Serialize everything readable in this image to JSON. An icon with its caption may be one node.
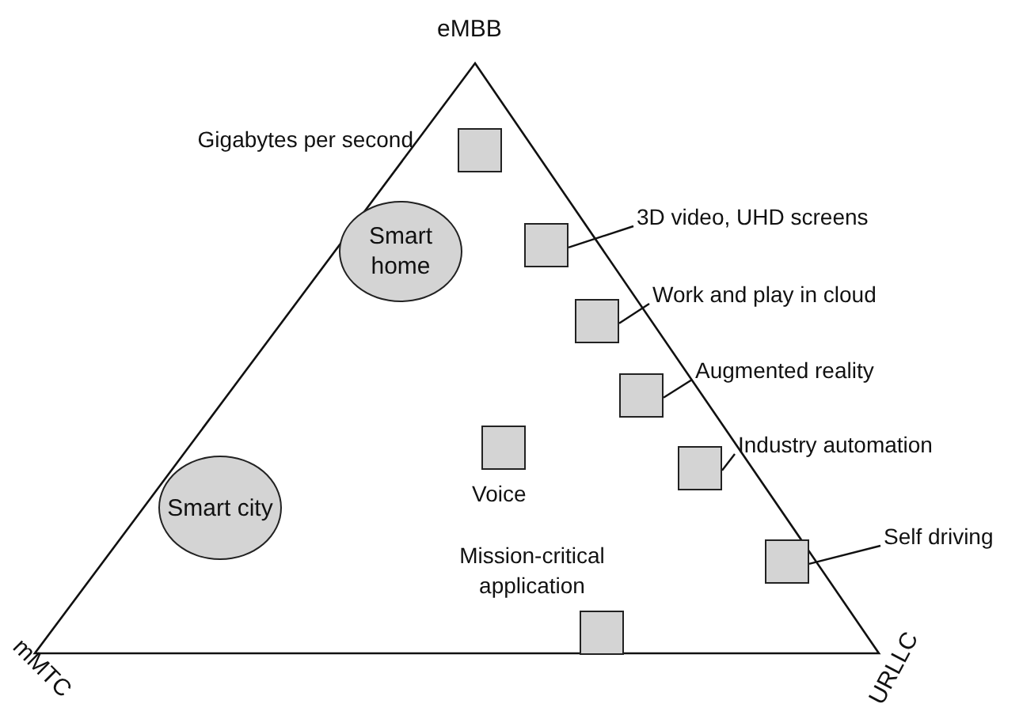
{
  "diagram": {
    "nodes": [
      {
        "text": [],
        "shape": "box",
        "beside": [
          "Gigabytes per second"
        ]
      },
      {
        "text": [
          "3D video, UHD screens"
        ]
      },
      {
        "text": [],
        "shape": "box"
      },
      {
        "text": [
          "Work and play in cloud"
        ]
      },
      {
        "text": [],
        "shape": "box"
      },
      {
        "text": [
          "Smart home"
        ]
      },
      {
        "text": [
          "Augmented reality"
        ]
      },
      {
        "text": [],
        "shape": "box"
      },
      {
        "text": [
          "Industry automation"
        ]
      },
      {
        "text": [],
        "shape": "box"
      },
      {
        "text": [],
        "shape": "box",
        "beside": [
          "Voice"
        ]
      },
      {
        "text": [
          "Smart city"
        ]
      },
      {
        "text": [
          "Self driving"
        ]
      },
      {
        "text": [],
        "shape": "box"
      },
      {
        "text": [],
        "shape": "box",
        "beside": [
          "Mission-critical application"
        ]
      }
    ],
    "edges": [
      {
        "from": 1,
        "to": 2,
        "arrow": "none"
      },
      {
        "from": 3,
        "to": 4,
        "arrow": "none"
      },
      {
        "from": 6,
        "to": 7,
        "arrow": "none"
      },
      {
        "from": 8,
        "to": 9,
        "arrow": "none"
      },
      {
        "from": 12,
        "to": 13,
        "arrow": "none"
      }
    ],
    "labels": [
      "eMBB",
      "mMTC",
      "URLLC"
    ]
  }
}
